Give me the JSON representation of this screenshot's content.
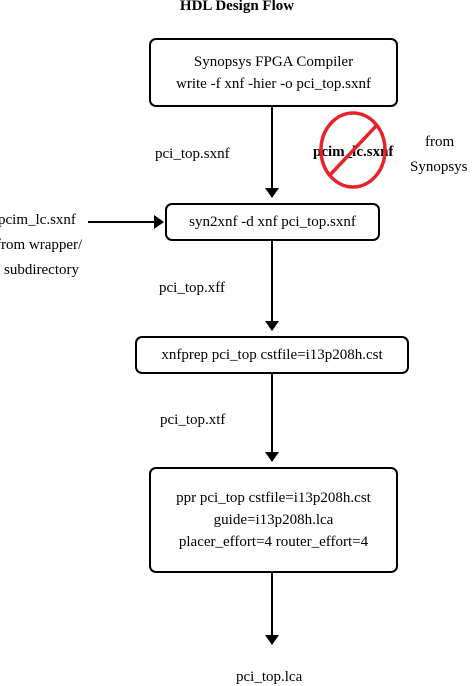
{
  "title": "HDL Design Flow",
  "boxes": {
    "compiler": {
      "line1": "Synopsys FPGA Compiler",
      "line2": "write -f xnf -hier -o pci_top.sxnf"
    },
    "syn2xnf": {
      "line1": "syn2xnf -d xnf pci_top.sxnf"
    },
    "xnfprep": {
      "line1": "xnfprep pci_top cstfile=i13p208h.cst"
    },
    "ppr": {
      "line1": "ppr pci_top cstfile=i13p208h.cst",
      "line2": "guide=i13p208h.lca",
      "line3": "placer_effort=4 router_effort=4"
    }
  },
  "edge_labels": {
    "sxnf": "pci_top.sxnf",
    "xff": "pci_top.xff",
    "xtf": "pci_top.xtf",
    "lca": "pci_top.lca"
  },
  "prohibited": {
    "label": "pcim_lc.sxnf",
    "source_line1": "from",
    "source_line2": "Synopsys",
    "symbol_color": "#e8212a"
  },
  "input": {
    "line1": "pcim_lc.sxnf",
    "line2": "from wrapper/",
    "line3": "subdirectory"
  }
}
